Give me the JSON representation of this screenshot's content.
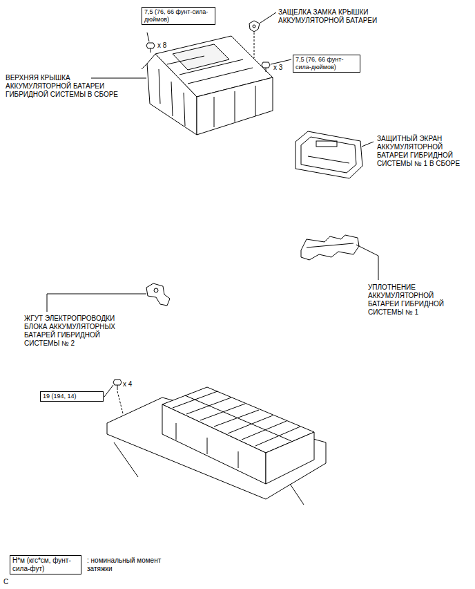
{
  "diagram": {
    "nodes": [
      {
        "text": [
          "7,5 (76, 66 фунт-сила-дюймов)"
        ]
      },
      {
        "text": [
          "7,5 (76, 66 фунт-сила-дюймов)"
        ]
      },
      {
        "text": [
          "19 (194, 14)"
        ]
      },
      {
        "text": [
          "Н*м (кгс*см, фунт-сила-фут)",
          ": номинальный момент затяжки"
        ]
      }
    ],
    "edges": [],
    "labels": [
      "ЗАЩЕЛКА ЗАМКА КРЫШКИ АККУМУЛЯТОРНОЙ БАТАРЕИ",
      "x 8",
      "x 3",
      "ВЕРХНЯЯ КРЫШКА АККУМУЛЯТОРНОЙ БАТАРЕИ ГИБРИДНОЙ СИСТЕМЫ В СБОРЕ",
      "ЗАЩИТНЫЙ ЭКРАН АККУМУЛЯТОРНОЙ БАТАРЕИ ГИБРИДНОЙ СИСТЕМЫ № 1 В СБОРЕ",
      "УПЛОТНЕНИЕ АККУМУЛЯТОРНОЙ БАТАРЕИ ГИБРИДНОЙ СИСТЕМЫ № 1",
      "ЖГУТ ЭЛЕКТРОПРОВОДКИ БЛОКА АККУМУЛЯТОРНЫХ БАТАРЕЙ ГИБРИДНОЙ СИСТЕМЫ № 2",
      "x 4",
      "C"
    ]
  }
}
